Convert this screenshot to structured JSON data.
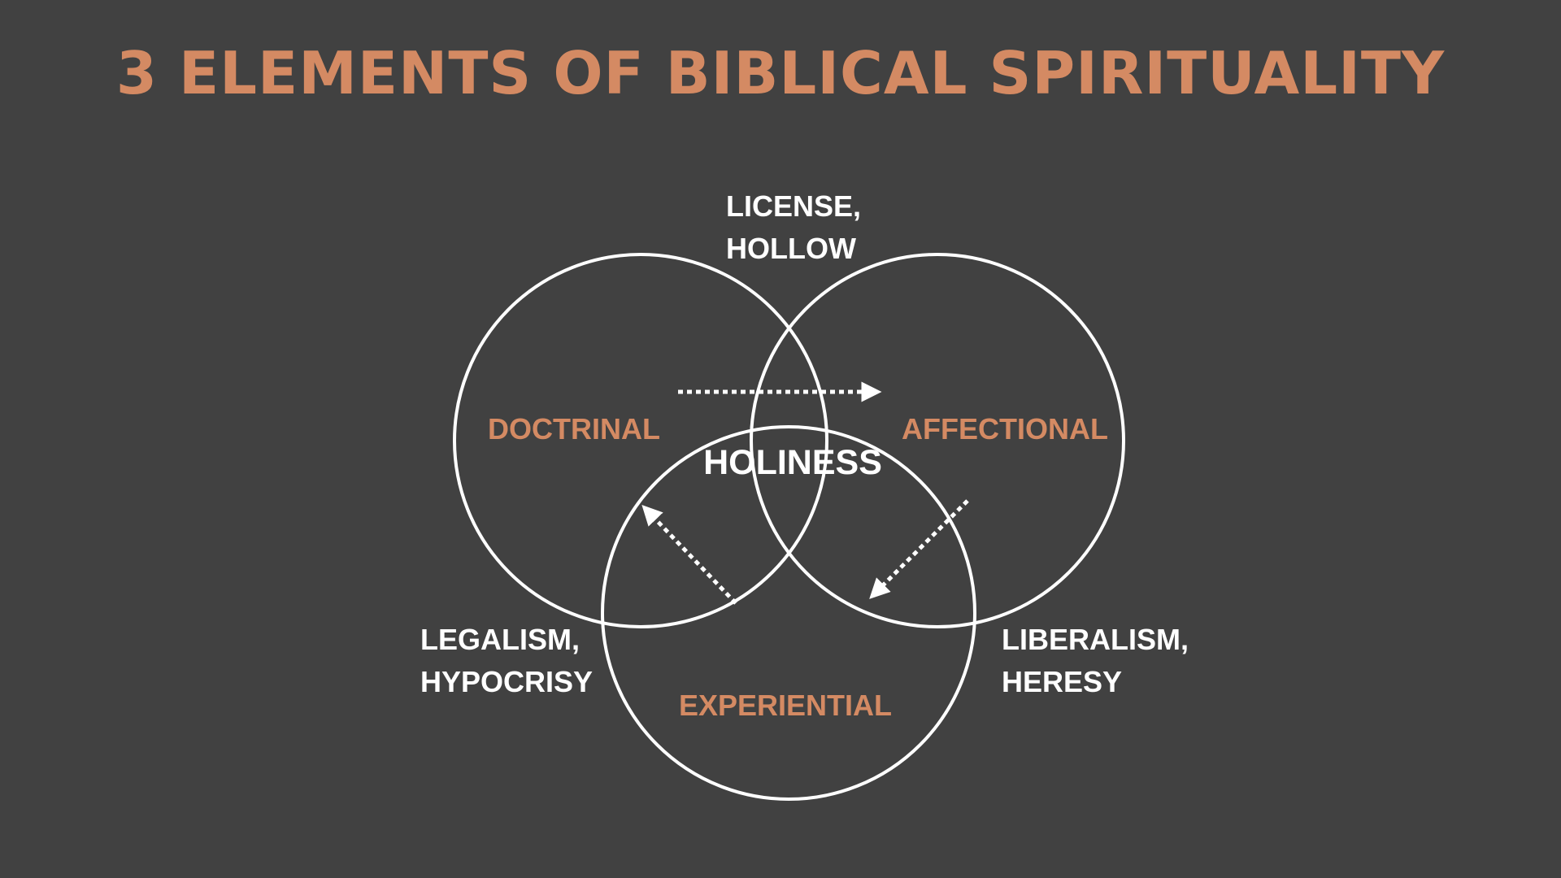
{
  "slide": {
    "title": "3 ELEMENTS OF BIBLICAL SPIRITUALITY"
  },
  "diagram": {
    "circles": {
      "doctrinal": "DOCTRINAL",
      "affectional": "AFFECTIONAL",
      "experiential": "EXPERIENTIAL"
    },
    "center": "HOLINESS",
    "outcomes": {
      "top": [
        "LICENSE,",
        "HOLLOW"
      ],
      "bottom_left": [
        "LEGALISM,",
        "HYPOCRISY"
      ],
      "bottom_right": [
        "LIBERALISM,",
        "HERESY"
      ]
    }
  },
  "colors": {
    "background": "#414141",
    "accent": "#D48A63",
    "line": "#FFFFFF",
    "text": "#FFFFFF"
  }
}
